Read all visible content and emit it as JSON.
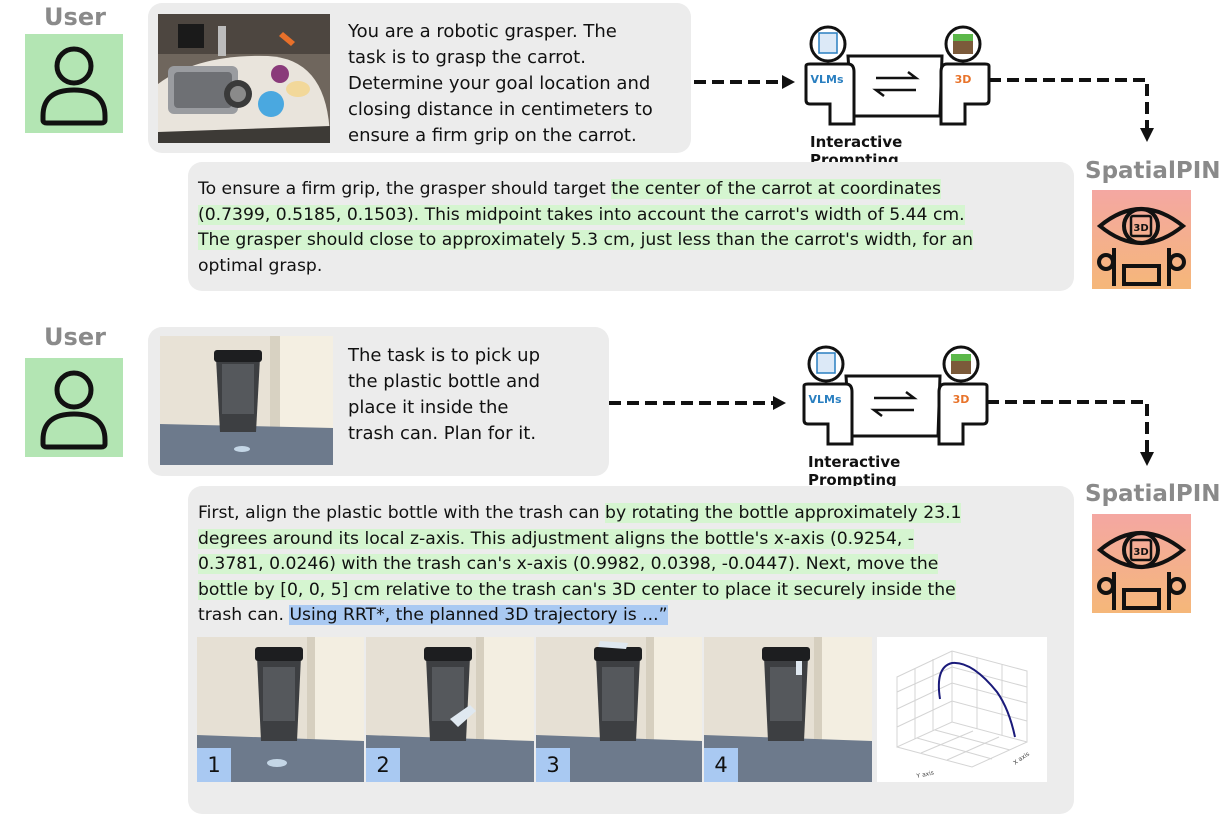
{
  "colors": {
    "avatar_bg": "#b3e5b3",
    "bubble_bg": "#ececec",
    "highlight_green": "#d5f5d0",
    "highlight_blue": "#a9c9f2",
    "label_gray": "#8a8a8a",
    "vlm_blue": "#2a7fc0",
    "threed_orange": "#e8732a"
  },
  "example1": {
    "user_label": "User",
    "prompt": "You are a robotic grasper. The task is to grasp the carrot. Determine your goal location and closing distance in centimeters to ensure a firm grip on the carrot.",
    "prompt_lines": [
      "You are a robotic grasper. The",
      "task is to grasp the carrot.",
      "Determine your goal location and",
      "closing distance in centimeters to",
      "ensure a firm grip on the carrot."
    ],
    "diagram": {
      "vlm_label": "VLMs",
      "threed_label": "3D",
      "caption": "Interactive Prompting"
    },
    "spatialpin_label": "SpatialPIN",
    "response": {
      "l1a": "To ensure a firm grip, the grasper should target ",
      "l1b": "the center of the carrot at coordinates",
      "l2": "(0.7399, 0.5185, 0.1503). This midpoint takes into account the carrot's width of 5.44 cm.",
      "l3": "The grasper should close to approximately 5.3 cm, just less than the carrot's width, for an",
      "l4": "optimal grasp."
    }
  },
  "example2": {
    "user_label": "User",
    "prompt_lines": [
      "The task is to pick up",
      "the plastic bottle and",
      "place it inside the",
      "trash can. Plan for it."
    ],
    "diagram": {
      "vlm_label": "VLMs",
      "threed_label": "3D",
      "caption": "Interactive Prompting"
    },
    "spatialpin_label": "SpatialPIN",
    "response": {
      "l1a": "First, align the plastic bottle with the trash can ",
      "l1b": "by rotating the bottle approximately 23.1",
      "l2": "degrees around its local z-axis. This adjustment aligns the bottle's x-axis (0.9254, -",
      "l3": "0.3781, 0.0246) with the trash can's x-axis (0.9982, 0.0398, -0.0447). Next, move the",
      "l4": "bottle by [0, 0, 5] cm relative to the trash can's 3D center to place it securely inside the",
      "l5a": "trash can. ",
      "l5b": "Using RRT*, the planned 3D trajectory is ...”"
    },
    "frames": [
      "1",
      "2",
      "3",
      "4"
    ],
    "plot_axis_labels": [
      "Y axis",
      "X axis"
    ]
  }
}
